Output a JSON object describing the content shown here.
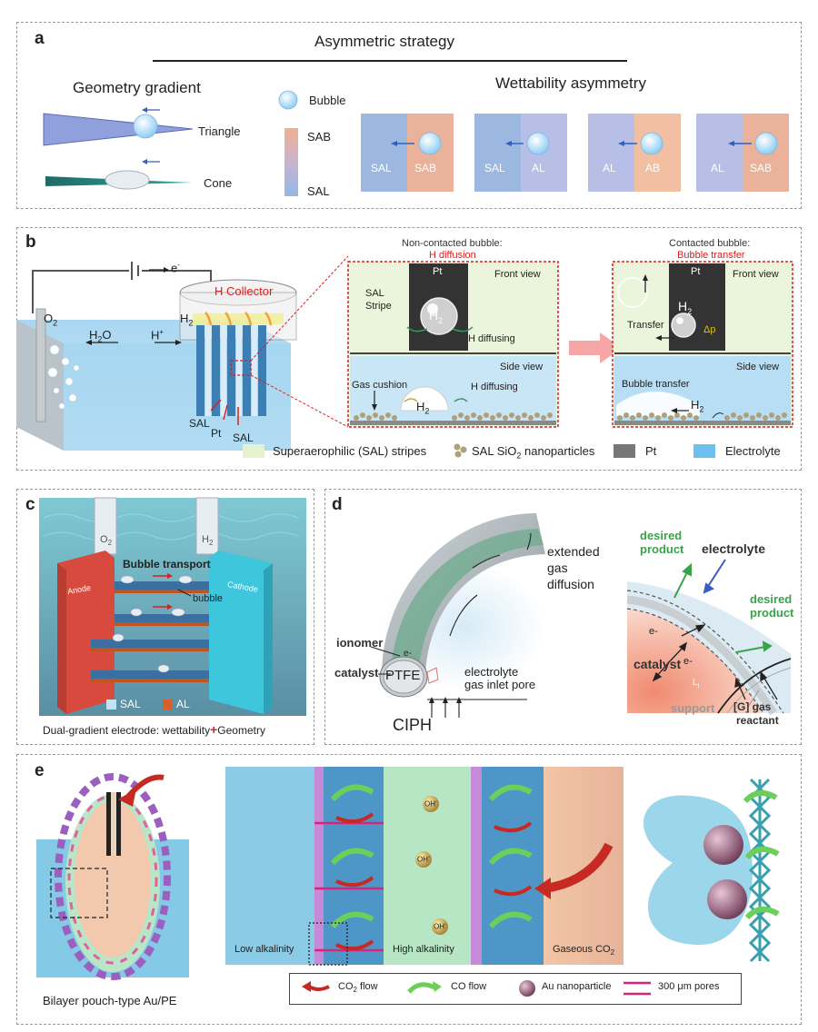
{
  "panel_a": {
    "label": "a",
    "title": "Asymmetric strategy",
    "geometry_title": "Geometry gradient",
    "wettability_title": "Wettability asymmetry",
    "triangle": "Triangle",
    "cone": "Cone",
    "legend_bubble": "Bubble",
    "legend_sab": "SAB",
    "legend_sal": "SAL",
    "pairs": [
      {
        "left": "SAL",
        "right": "SAB"
      },
      {
        "left": "SAL",
        "right": "AL"
      },
      {
        "left": "AL",
        "right": "AB"
      },
      {
        "left": "AL",
        "right": "SAB"
      }
    ]
  },
  "panel_b": {
    "label": "b",
    "electron": "e",
    "o2": "O",
    "h2o": "H",
    "hplus": "H",
    "h2": "H",
    "collector": "H Collector",
    "sal1": "SAL",
    "pt": "Pt",
    "sal2": "SAL",
    "noncontact_title": "Non-contacted bubble:",
    "noncontact_sub": "H diffusion",
    "contact_title": "Contacted bubble:",
    "contact_sub": "Bubble transfer",
    "front_view": "Front view",
    "side_view": "Side view",
    "sal_stripe_1": "SAL",
    "sal_stripe_2": "Stripe",
    "h2_diffusing": "H diffusing",
    "gas_cushion": "Gas cushion",
    "transfer": "Transfer",
    "delta_p": "Δp",
    "bubble_transfer": "Bubble transfer",
    "legend": {
      "sal_stripes": "Superaerophilic (SAL) stripes",
      "sio2": "SAL SiO nanoparticles",
      "pt": "Pt",
      "electrolyte": "Electrolyte"
    }
  },
  "panel_c": {
    "label": "c",
    "o2": "O",
    "h2": "H",
    "bubble_transport": "Bubble transport",
    "anode": "Anode",
    "cathode": "Cathode",
    "bubble": "bubble",
    "legend_sal": "SAL",
    "legend_al": "AL",
    "caption_a": "Dual-gradient electrode: wettability",
    "caption_plus": "+",
    "caption_b": "Geometry"
  },
  "panel_d": {
    "label": "d",
    "extended_1": "extended",
    "extended_2": "gas",
    "extended_3": "diffusion",
    "ionomer": "ionomer",
    "catalyst": "catalyst",
    "ptfe": "PTFE",
    "electrolyte_l": "electrolyte",
    "gas_inlet": "gas inlet pore",
    "ciph": "CIPH",
    "desired_1a": "desired",
    "desired_1b": "product",
    "electrolyte_r": "electrolyte",
    "desired_2a": "desired",
    "desired_2b": "product",
    "catalyst_r": "catalyst",
    "support": "support",
    "g_gas": "[G] gas",
    "reactant": "reactant",
    "e_minus": "e-",
    "li": "L",
    "l_sub": "I"
  },
  "panel_e": {
    "label": "e",
    "caption": "Bilayer pouch-type Au/PE",
    "low": "Low alkalinity",
    "high": "High alkalinity",
    "gaseous": "Gaseous CO",
    "oh": "OH",
    "legend": {
      "co2": "CO flow",
      "co": "CO flow",
      "au": "Au nanoparticle",
      "pores": "300 μm pores"
    }
  },
  "colors": {
    "sal_blue": "#9db8e0",
    "sab_orange": "#eab29b",
    "al_lavender": "#b7bfe6",
    "ab_peach": "#f1c0a3",
    "red_accent": "#e52521",
    "green_accent": "#29a34a",
    "electrolyte": "#a7d3ee"
  }
}
